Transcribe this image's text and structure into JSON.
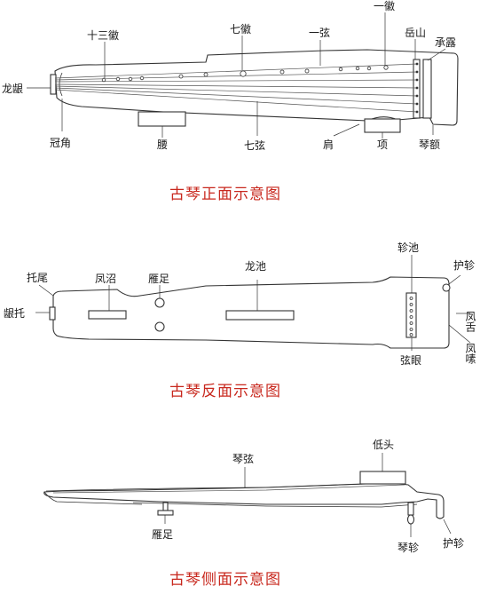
{
  "front": {
    "caption": "古琴正面示意图",
    "labels": {
      "shisan_hui": "十三徽",
      "qi_hui": "七徽",
      "yi_xian": "一弦",
      "yi_hui": "一徽",
      "yue_shan": "岳山",
      "cheng_lu": "承露",
      "long_yin": "龙龈",
      "guan_jiao": "冠角",
      "yao": "腰",
      "qi_xian": "七弦",
      "jian": "肩",
      "xiang": "项",
      "qin_e": "琴额"
    }
  },
  "back": {
    "caption": "古琴反面示意图",
    "labels": {
      "zhen_chi": "轸池",
      "hu_zhen": "护轸",
      "tuo_wei": "托尾",
      "feng_zhao": "凤沼",
      "yan_zu": "雁足",
      "long_chi": "龙池",
      "yin_tuo": "龈托",
      "feng_she": "凤舌",
      "feng_sou": "凤嗉",
      "xian_yan": "弦眼"
    }
  },
  "side": {
    "caption": "古琴侧面示意图",
    "labels": {
      "qin_xian": "琴弦",
      "di_tou": "低头",
      "yan_zu": "雁足",
      "qin_zhen": "琴轸",
      "hu_zhen": "护轸"
    }
  },
  "colors": {
    "caption": "#c8281e",
    "line": "#333333"
  }
}
